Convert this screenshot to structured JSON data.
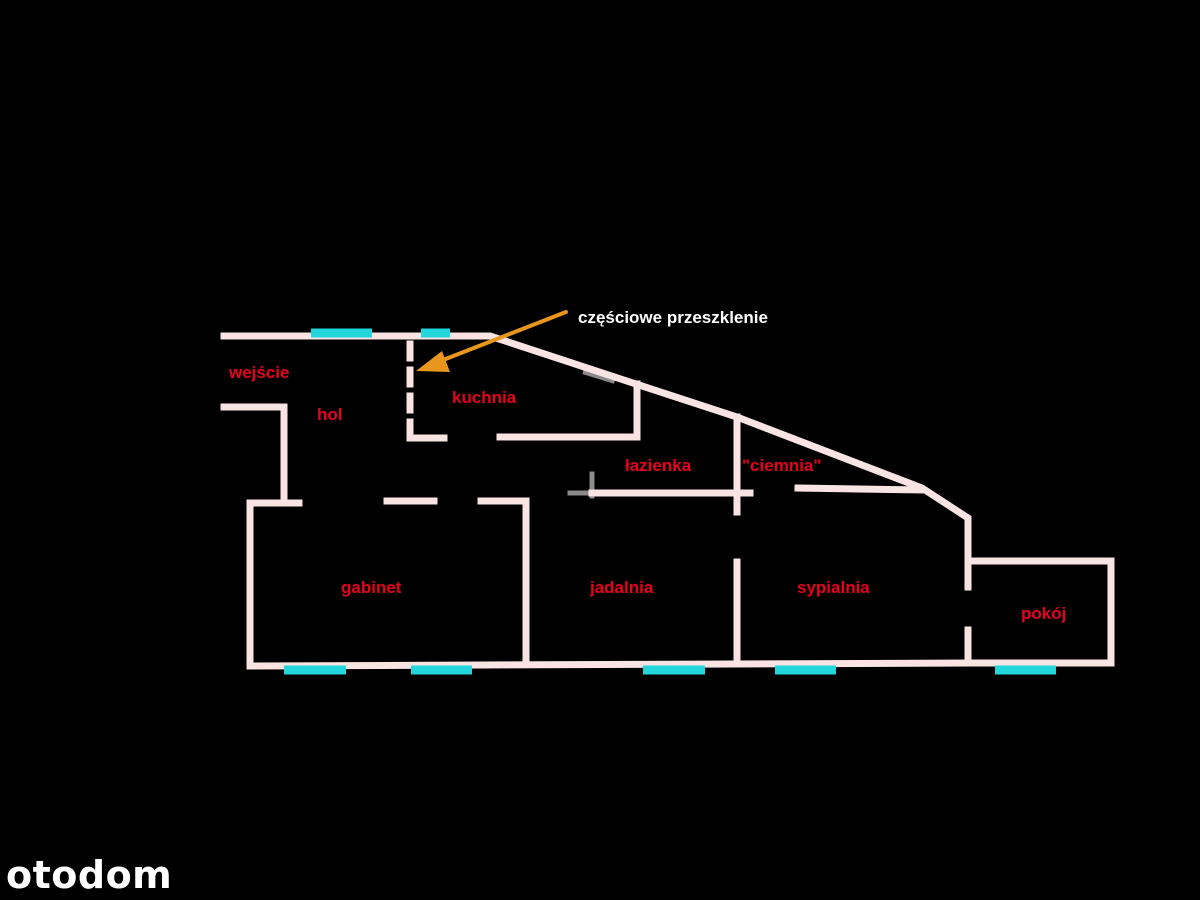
{
  "colors": {
    "background": "#000000",
    "wall": "#fae3e3",
    "window": "#22d6dc",
    "label": "#e8001c",
    "arrow": "#e8961c",
    "annotation": "#ffffff",
    "faint_wall": "#8a8a8a",
    "watermark": "#ffffff"
  },
  "rooms": {
    "wejscie": "wejście",
    "hol": "hol",
    "kuchnia": "kuchnia",
    "lazienka": "łazienka",
    "ciemnia": "\"ciemnia\"",
    "gabinet": "gabinet",
    "jadalnia": "jadalnia",
    "sypialnia": "sypialnia",
    "pokoj": "pokój"
  },
  "annotation": {
    "text": "częściowe przeszklenie",
    "icon": "arrow-icon"
  },
  "watermark": {
    "text": "otodom"
  }
}
